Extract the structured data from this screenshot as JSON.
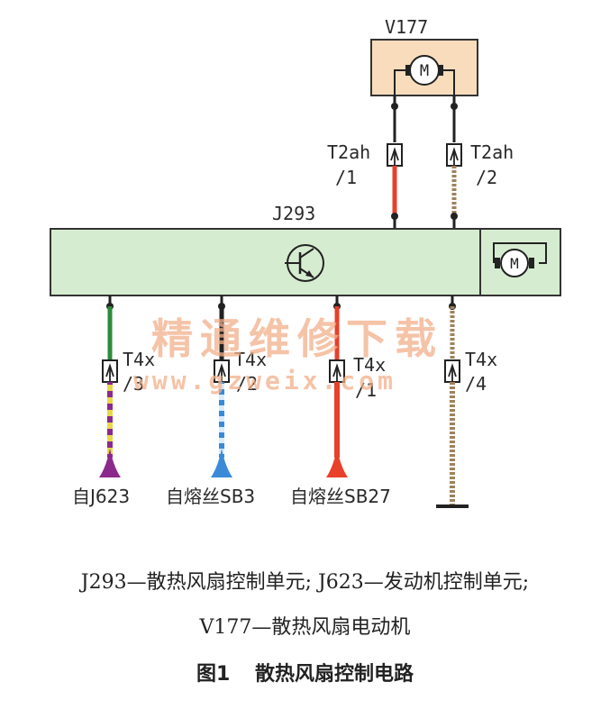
{
  "components": {
    "fan_motor": {
      "id": "V177",
      "motor_symbol": "M"
    },
    "fan_control_unit": {
      "id": "J293",
      "motor_symbol": "M"
    }
  },
  "connectors": {
    "t2ah_1": {
      "name": "T2ah",
      "pin": "/1"
    },
    "t2ah_2": {
      "name": "T2ah",
      "pin": "/2"
    },
    "t4x_3": {
      "name": "T4x",
      "pin": "/3"
    },
    "t4x_2": {
      "name": "T4x",
      "pin": "/2"
    },
    "t4x_1": {
      "name": "T4x",
      "pin": "/1"
    },
    "t4x_4": {
      "name": "T4x",
      "pin": "/4"
    }
  },
  "wire_colors": {
    "red": "#e8402a",
    "brown": "#a0825a",
    "green": "#2e8b3a",
    "violet": "#8b2a8b",
    "yellow": "#e8d84a",
    "blue": "#3a8ad8",
    "black": "#222222"
  },
  "sources": {
    "j623": "自J623",
    "sb3": "自熔丝SB3",
    "sb27": "自熔丝SB27"
  },
  "watermark": {
    "text_cn": "精通维修下载",
    "text_url": "www.gzweix.com"
  },
  "legend": {
    "line1": "J293—散热风扇控制单元; J623—发动机控制单元;",
    "line2": "V177—散热风扇电动机"
  },
  "figure": {
    "number": "图1",
    "title": "散热风扇控制电路"
  }
}
